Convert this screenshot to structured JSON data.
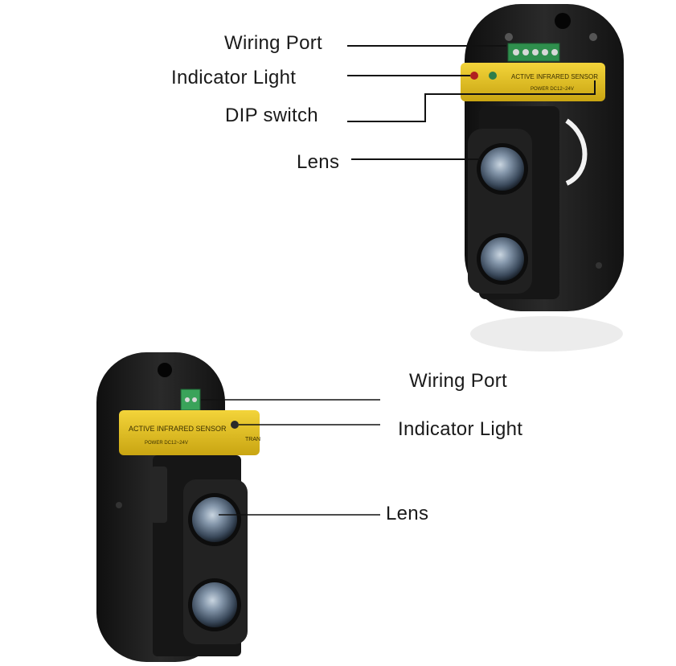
{
  "top_device": {
    "labels": {
      "wiring_port": "Wiring Port",
      "indicator_light": "Indicator Light",
      "dip_switch": "DIP switch",
      "lens": "Lens"
    },
    "sticker": {
      "title": "ACTIVE INFRARED SENSOR",
      "power": "POWER DC12~24V"
    }
  },
  "bottom_device": {
    "labels": {
      "wiring_port": "Wiring Port",
      "indicator_light": "Indicator Light",
      "lens": "Lens"
    },
    "sticker": {
      "title": "ACTIVE INFRARED SENSOR",
      "power": "POWER DC12~24V",
      "edge_text": "TRAN"
    }
  },
  "colors": {
    "housing": "#1c1c1c",
    "sticker_yellow": "#e8c21a",
    "terminal_green": "#3aa35a",
    "lens_blue": "#7d8fa3",
    "leader_line": "#111111"
  }
}
